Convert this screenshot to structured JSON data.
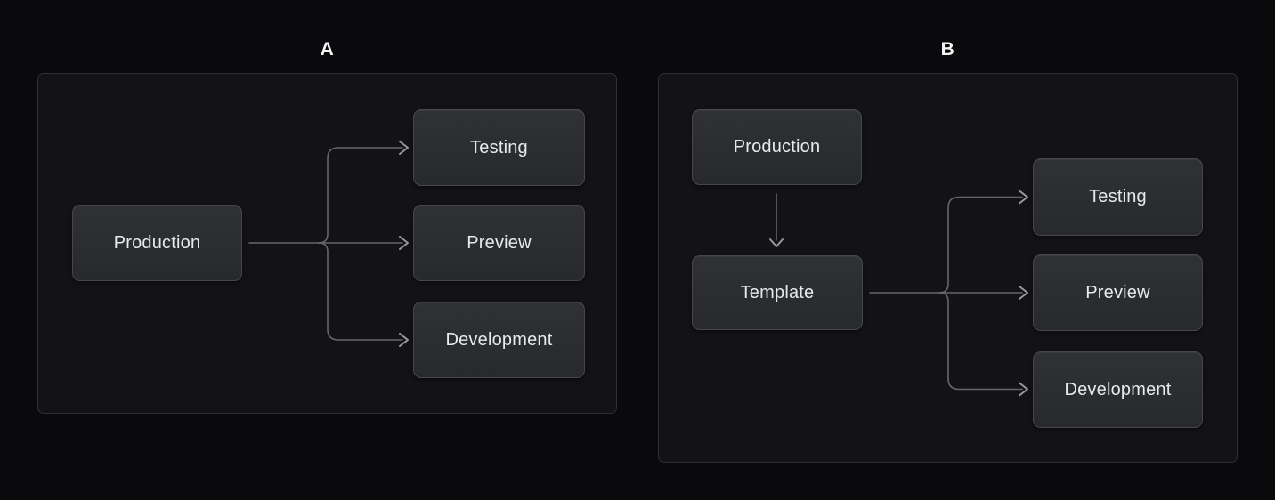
{
  "colors": {
    "background": "#0a0a0c",
    "panel_fill": "#131316",
    "panel_border": "#2e3033",
    "node_fill_top": "#2f3135",
    "node_fill_bottom": "#27292d",
    "node_border": "#45474c",
    "node_text": "#e8e9eb",
    "edge_line": "#64666b",
    "arrowhead": "#97999d",
    "panel_label_text": "#f5f5f6"
  },
  "diagrams": [
    {
      "label": "A",
      "nodes": {
        "production": {
          "label": "Production"
        },
        "testing": {
          "label": "Testing"
        },
        "preview": {
          "label": "Preview"
        },
        "development": {
          "label": "Development"
        }
      },
      "edges": [
        {
          "from": "Production",
          "to": "Testing"
        },
        {
          "from": "Production",
          "to": "Preview"
        },
        {
          "from": "Production",
          "to": "Development"
        }
      ]
    },
    {
      "label": "B",
      "nodes": {
        "production": {
          "label": "Production"
        },
        "template": {
          "label": "Template"
        },
        "testing": {
          "label": "Testing"
        },
        "preview": {
          "label": "Preview"
        },
        "development": {
          "label": "Development"
        }
      },
      "edges": [
        {
          "from": "Production",
          "to": "Template"
        },
        {
          "from": "Template",
          "to": "Testing"
        },
        {
          "from": "Template",
          "to": "Preview"
        },
        {
          "from": "Template",
          "to": "Development"
        }
      ]
    }
  ]
}
